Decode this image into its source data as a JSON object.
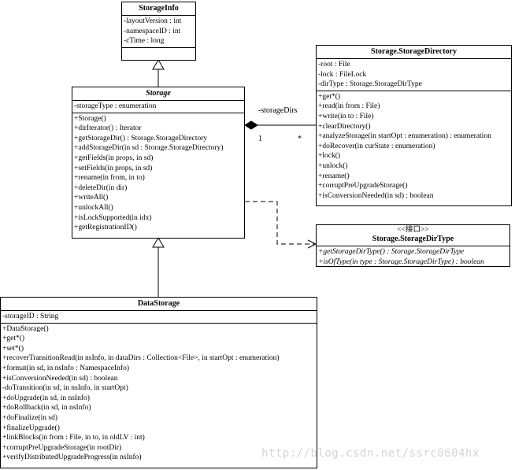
{
  "storage_info": {
    "name": "StorageInfo",
    "attributes": [
      "-layoutVersion : int",
      "-namespaceID : int",
      "-cTime : long"
    ]
  },
  "storage": {
    "name": "Storage",
    "attributes": [
      "-storageType : enumeration"
    ],
    "operations": [
      "+Storage()",
      "+dirIterator() : Iterator",
      "+getStorageDir() : Storage.StorageDirectory",
      "+addStorageDir(in sd : Storage.StorageDirectory)",
      "+getFields(in props, in sd)",
      "+setFields(in props, in sd)",
      "+rename(in from, in to)",
      "+deleteDir(in dir)",
      "+writeAll()",
      "+unlockAll()",
      "+isLockSupported(in idx)",
      "+getRegistrationID()"
    ]
  },
  "storage_directory": {
    "name": "Storage.StorageDirectory",
    "attributes": [
      "-root : File",
      "-lock : FileLock",
      "-dirType : Storage.StorageDirType"
    ],
    "operations": [
      "+get*()",
      "+read(in from : File)",
      "+write(in to : File)",
      "+clearDirectory()",
      "+analyzeStorage(in startOpt : enumeration) : enumeration",
      "+doRecover(in curState : enumeration)",
      "+lock()",
      "+unlock()",
      "+rename()",
      "+corruptPreUpgradeStorage()",
      "+isConversionNeeded(in sd) : boolean"
    ]
  },
  "storage_dir_type": {
    "stereotype": "<<接口>>",
    "name": "Storage.StorageDirType",
    "operations": [
      "+getStorageDirType() : Storage.StorageDirType",
      "+isOfType(in type : Storage.StorageDirType) : boolean"
    ]
  },
  "data_storage": {
    "name": "DataStorage",
    "attributes": [
      "-storageID : String"
    ],
    "operations": [
      "+DataStorage()",
      "+get*()",
      "+set*()",
      "+recoverTransitionRead(in nsInfo, in dataDirs : Collection<File>, in startOpt : enumeration)",
      "+format(in sd, in nsInfo : NamespaceInfo)",
      "+isConversionNeeded(in sd) : boolean",
      "-doTransition(in sd, in nsInfo, in startOpt)",
      "+doUpgrade(in sd, in nsInfo)",
      "+doRollback(in sd, in nsInfo)",
      "+doFinalize(in sd)",
      "+finalizeUpgrade()",
      "+linkBlocks(in from : File, in to, in oldLV : int)",
      "+corruptPreUpgradeStorage(in rootDir)",
      "+verifyDistributedUpgradeProgress(in nsInfo)"
    ]
  },
  "association": {
    "role": "-storageDirs",
    "mult_source": "1",
    "mult_target": "*"
  },
  "watermark": "http://blog.csdn.net/ssrc0604hx"
}
